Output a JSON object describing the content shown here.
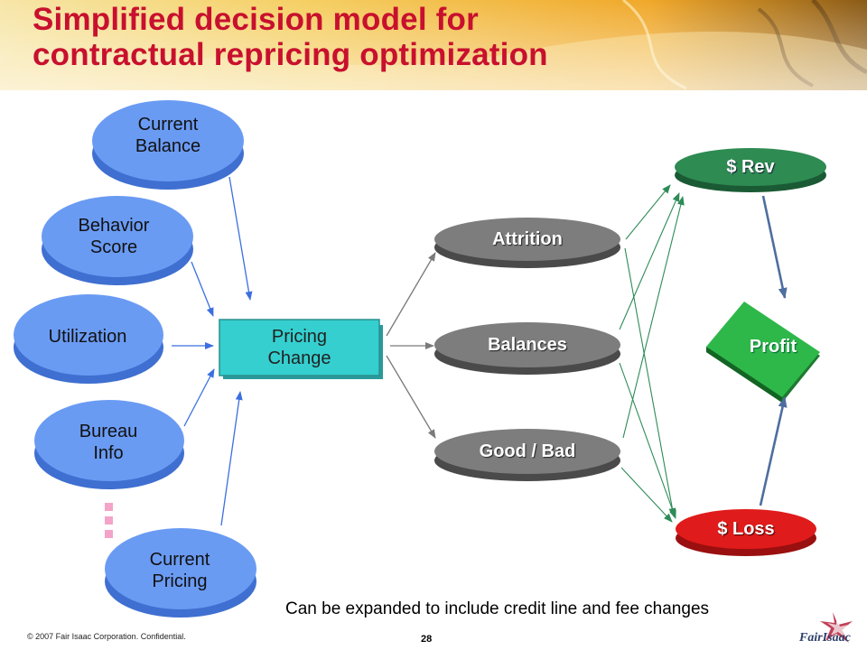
{
  "slide": {
    "title_line1": "Simplified decision model for",
    "title_line2": "contractual repricing optimization",
    "footnote": "Can be expanded to include credit line and fee changes",
    "copyright": "© 2007 Fair Isaac Corporation. Confidential.",
    "page_number": "28",
    "logo_text": "FairIsaac"
  },
  "inputs": [
    {
      "line1": "Current",
      "line2": "Balance"
    },
    {
      "line1": "Behavior",
      "line2": "Score"
    },
    {
      "line1": "Utilization",
      "line2": ""
    },
    {
      "line1": "Bureau",
      "line2": "Info"
    },
    {
      "line1": "Current",
      "line2": "Pricing"
    }
  ],
  "decision": {
    "line1": "Pricing",
    "line2": "Change"
  },
  "outcomes": [
    "Attrition",
    "Balances",
    "Good / Bad"
  ],
  "financials": {
    "revenue": "$ Rev",
    "loss": "$ Loss",
    "profit": "Profit"
  },
  "colors": {
    "title": "#c8102e",
    "input_fill": "#6a9bf3",
    "input_edge": "#3d6cc8",
    "decision_fill": "#35cfcf",
    "outcome_fill": "#7d7d7d",
    "revenue_fill": "#2e8b52",
    "loss_fill": "#e01b1b",
    "profit_fill": "#2eb84a",
    "ellipsis_dots": "#f4a4c8"
  }
}
